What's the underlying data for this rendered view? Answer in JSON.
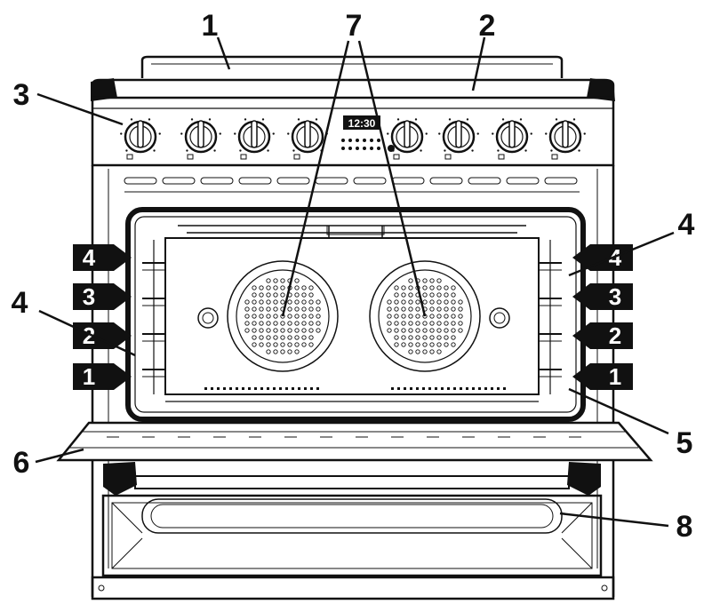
{
  "colors": {
    "ink": "#111111",
    "paper": "#ffffff",
    "panel_shade": "#f2f2f2",
    "tag_fill": "#111111",
    "tag_text": "#ffffff"
  },
  "callouts": {
    "c1": "1",
    "c2": "2",
    "c3": "3",
    "c4_left": "4",
    "c4_right": "4",
    "c5": "5",
    "c6": "6",
    "c7": "7",
    "c8": "8"
  },
  "shelf_tags": {
    "left": [
      "4",
      "3",
      "2",
      "1"
    ],
    "right": [
      "4",
      "3",
      "2",
      "1"
    ]
  },
  "display_readout": "12:30",
  "icons": {
    "knob": "control-knob-icon",
    "fan": "convection-fan-icon"
  }
}
